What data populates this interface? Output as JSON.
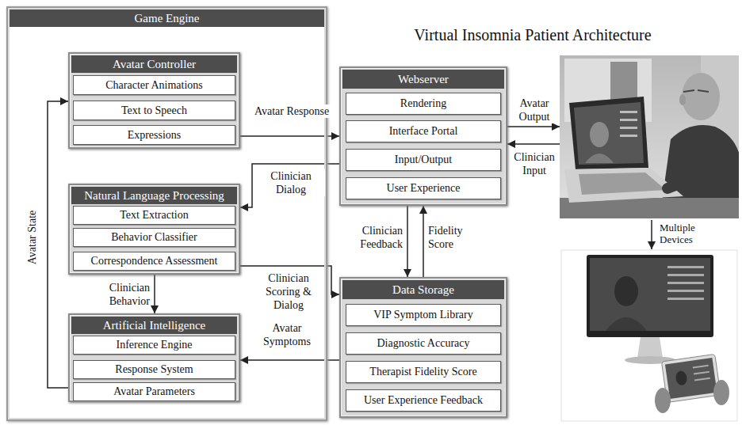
{
  "diagram": {
    "title": "Virtual Insomnia Patient Architecture",
    "nodes": [
      {
        "text": [
          "Game Engine"
        ]
      },
      {
        "text": [
          "Avatar Controller"
        ],
        "in": 0
      },
      {
        "text": [
          "Character Animations"
        ],
        "in": 1
      },
      {
        "text": [
          "Text to Speech"
        ],
        "in": 1
      },
      {
        "text": [
          "Expressions"
        ],
        "in": 1
      },
      {
        "text": [
          "Natural Language Processing"
        ],
        "in": 0
      },
      {
        "text": [
          "Text Extraction"
        ],
        "in": 5
      },
      {
        "text": [
          "Behavior Classifier"
        ],
        "in": 5
      },
      {
        "text": [
          "Correspondence Assessment"
        ],
        "in": 5
      },
      {
        "text": [
          "Artificial Intelligence"
        ],
        "in": 0
      },
      {
        "text": [
          "Inference Engine"
        ],
        "in": 9
      },
      {
        "text": [
          "Response System"
        ],
        "in": 9
      },
      {
        "text": [
          "Avatar Parameters"
        ],
        "in": 9
      },
      {
        "text": [
          "Webserver"
        ]
      },
      {
        "text": [
          "Rendering"
        ],
        "in": 13
      },
      {
        "text": [
          "Interface Portal"
        ],
        "in": 13
      },
      {
        "text": [
          "Input/Output"
        ],
        "in": 13
      },
      {
        "text": [
          "User Experience"
        ],
        "in": 13
      },
      {
        "text": [
          "Data Storage"
        ]
      },
      {
        "text": [
          "VIP Symptom Library"
        ],
        "in": 18
      },
      {
        "text": [
          "Diagnostic Accuracy"
        ],
        "in": 18
      },
      {
        "text": [
          "Therapist Fidelity Score"
        ],
        "in": 18
      },
      {
        "text": [
          "User Experience Feedback"
        ],
        "in": 18
      }
    ],
    "edges": [
      {
        "from": 1,
        "to": 13,
        "label": "Avatar Response",
        "arrow": "to"
      },
      {
        "from": 13,
        "to": 5,
        "label": "Clinician Dialog",
        "arrow": "to"
      },
      {
        "from": 5,
        "to": 18,
        "label": "Clinician Scoring & Dialog",
        "arrow": "to"
      },
      {
        "from": 5,
        "to": 9,
        "label": "Clinician Behavior",
        "arrow": "to"
      },
      {
        "from": 18,
        "to": 9,
        "label": "Avatar Symptoms",
        "arrow": "to"
      },
      {
        "from": 9,
        "to": 1,
        "label": "Avatar State",
        "arrow": "to"
      },
      {
        "from": 13,
        "to": 18,
        "label": "Clinician Feedback",
        "arrow": "to"
      },
      {
        "from": 18,
        "to": 13,
        "label": "Fidelity Score",
        "arrow": "to"
      }
    ],
    "labels": [
      "Avatar Output",
      "Clinician Input",
      "Multiple Devices"
    ]
  }
}
